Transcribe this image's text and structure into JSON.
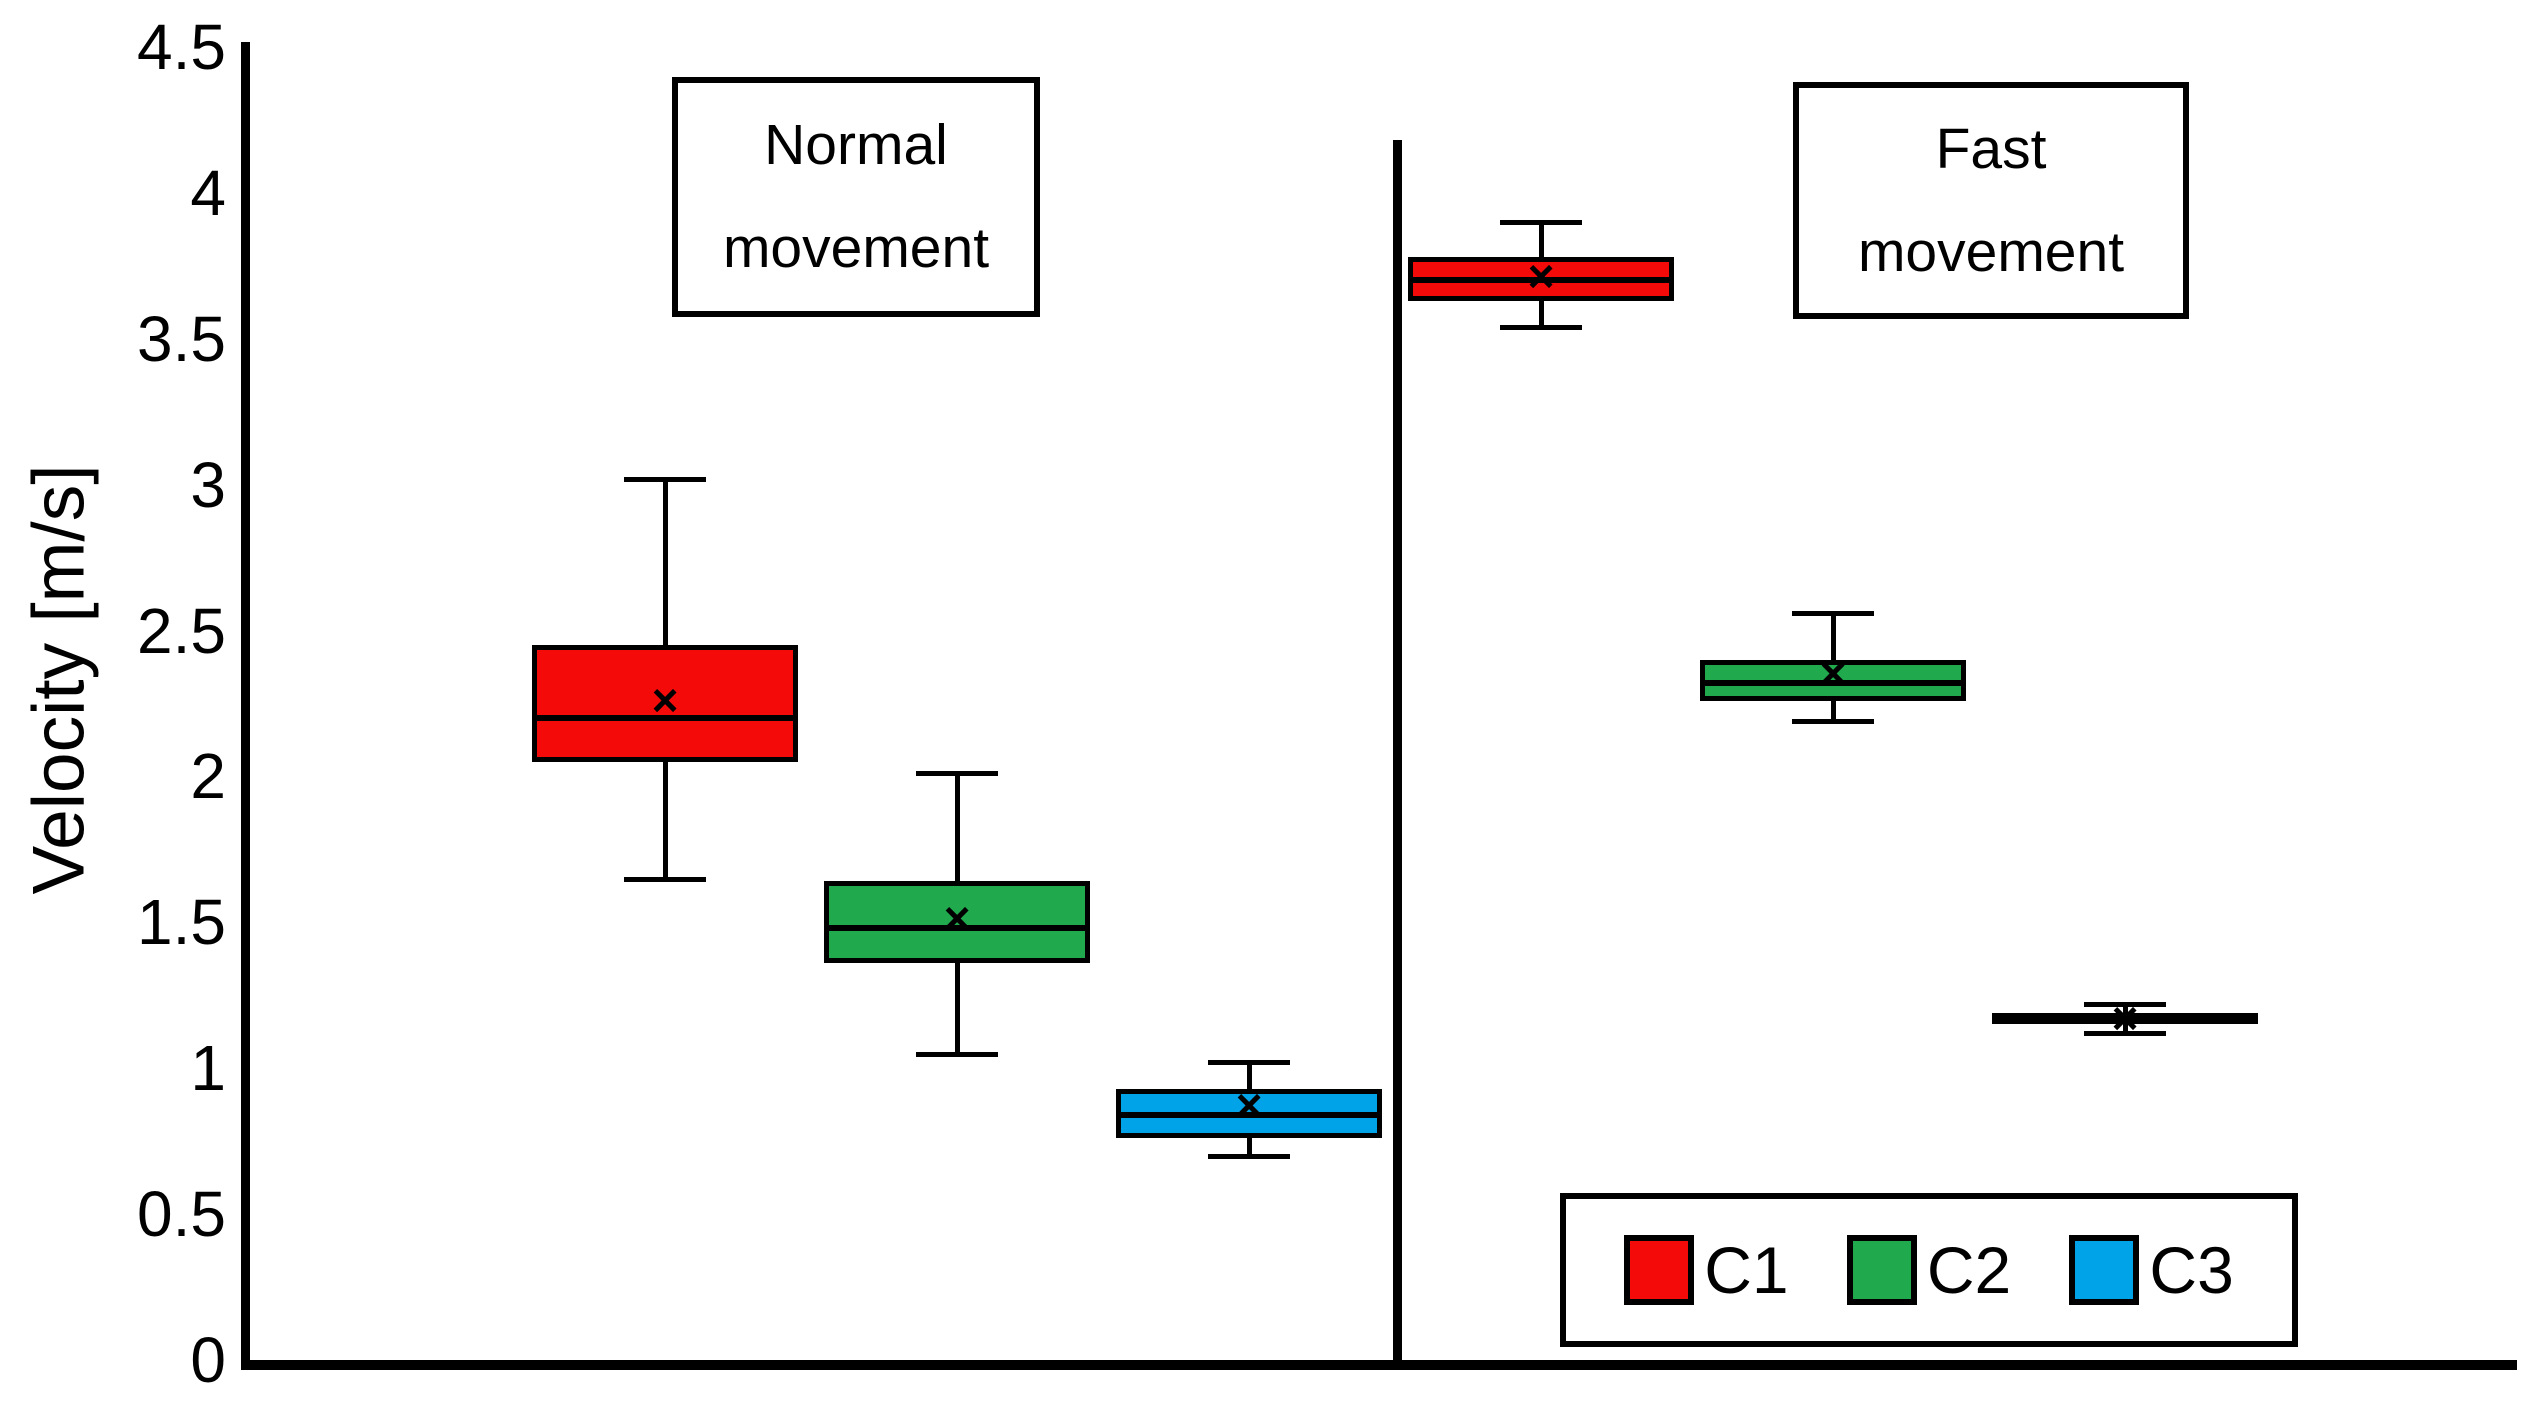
{
  "chart_data": {
    "type": "boxplot",
    "title": "",
    "xlabel": "",
    "ylabel": "Velocity [m/s]",
    "ylim": [
      0,
      4.5
    ],
    "yticks": [
      4.5,
      4,
      3.5,
      3,
      2.5,
      2,
      1.5,
      1,
      0.5,
      0
    ],
    "ytick_labels": [
      "4.5",
      "4",
      "3.5",
      "3",
      "2.5",
      "2",
      "1.5",
      "1",
      "0.5",
      "0"
    ],
    "grid": false,
    "mean_marker": "×",
    "groups": [
      {
        "label": "Normal movement",
        "series": [
          {
            "name": "C1",
            "color": "#f50a0a",
            "whisker_low": 1.65,
            "q1": 2.05,
            "median": 2.2,
            "mean": 2.26,
            "q3": 2.45,
            "whisker_high": 3.02
          },
          {
            "name": "C2",
            "color": "#21aa4d",
            "whisker_low": 1.05,
            "q1": 1.36,
            "median": 1.48,
            "mean": 1.51,
            "q3": 1.64,
            "whisker_high": 2.01
          },
          {
            "name": "C3",
            "color": "#00a2e8",
            "whisker_low": 0.7,
            "q1": 0.76,
            "median": 0.84,
            "mean": 0.87,
            "q3": 0.93,
            "whisker_high": 1.02
          }
        ]
      },
      {
        "label": "Fast movement",
        "series": [
          {
            "name": "C1",
            "color": "#f50a0a",
            "whisker_low": 3.54,
            "q1": 3.63,
            "median": 3.7,
            "mean": 3.71,
            "q3": 3.78,
            "whisker_high": 3.9
          },
          {
            "name": "C2",
            "color": "#21aa4d",
            "whisker_low": 2.19,
            "q1": 2.26,
            "median": 2.32,
            "mean": 2.35,
            "q3": 2.4,
            "whisker_high": 2.56
          },
          {
            "name": "C3",
            "color": "#00a2e8",
            "whisker_low": 1.12,
            "q1": 1.15,
            "median": 1.17,
            "mean": 1.17,
            "q3": 1.19,
            "whisker_high": 1.22
          }
        ]
      }
    ],
    "legend": {
      "position": "bottom-right",
      "entries": [
        {
          "label": "C1",
          "color": "#f50a0a"
        },
        {
          "label": "C2",
          "color": "#21aa4d"
        },
        {
          "label": "C3",
          "color": "#00a2e8"
        }
      ]
    }
  }
}
